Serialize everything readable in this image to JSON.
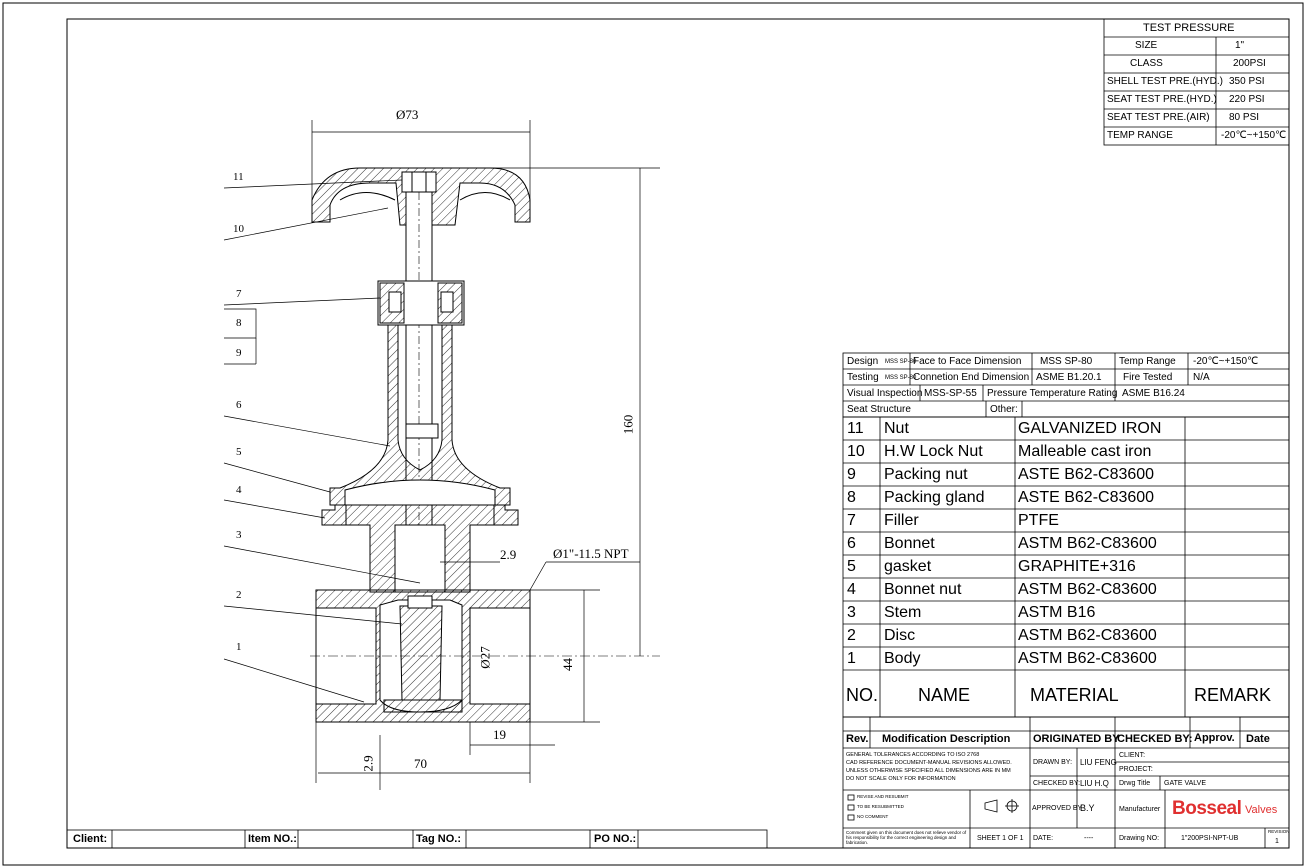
{
  "test_pressure": {
    "title": "TEST PRESSURE",
    "rows": [
      {
        "label": "SIZE",
        "value": "1\""
      },
      {
        "label": "CLASS",
        "value": "200PSI"
      },
      {
        "label": "SHELL TEST PRE.(HYD.)",
        "value": "350 PSI"
      },
      {
        "label": "SEAT TEST PRE.(HYD.)",
        "value": "220 PSI"
      },
      {
        "label": "SEAT TEST PRE.(AIR)",
        "value": "80 PSI"
      },
      {
        "label": "TEMP RANGE",
        "value": "-20℃~+150℃"
      }
    ]
  },
  "standards": {
    "design_label": "Design",
    "design_code": "MSS SP-80",
    "testing_label": "Testing",
    "testing_code": "MSS SP-80",
    "visual_label": "Visual Inspection",
    "visual_code": "MSS-SP-55",
    "seat_label": "Seat Structure",
    "f2f_label": "Face to Face Dimension",
    "f2f_value": "MSS SP-80",
    "conn_label": "Connetion End Dimension",
    "conn_value": "ASME B1.20.1",
    "ptr_label": "Pressure Temperature Rating",
    "ptr_value": "ASME B16.24",
    "other_label": "Other:",
    "temp_label": "Temp Range",
    "temp_value": "-20℃~+150℃",
    "fire_label": "Fire Tested",
    "fire_value": "N/A"
  },
  "bom": {
    "rows": [
      {
        "no": "11",
        "name": "Nut",
        "material": "GALVANIZED IRON",
        "remark": ""
      },
      {
        "no": "10",
        "name": "H.W Lock Nut",
        "material": "Malleable cast iron",
        "remark": ""
      },
      {
        "no": "9",
        "name": "Packing nut",
        "material": "ASTE B62-C83600",
        "remark": ""
      },
      {
        "no": "8",
        "name": "Packing gland",
        "material": "ASTE B62-C83600",
        "remark": ""
      },
      {
        "no": "7",
        "name": "Filler",
        "material": "PTFE",
        "remark": ""
      },
      {
        "no": "6",
        "name": "Bonnet",
        "material": "ASTM B62-C83600",
        "remark": ""
      },
      {
        "no": "5",
        "name": "gasket",
        "material": "GRAPHITE+316",
        "remark": ""
      },
      {
        "no": "4",
        "name": "Bonnet nut",
        "material": "ASTM B62-C83600",
        "remark": ""
      },
      {
        "no": "3",
        "name": "Stem",
        "material": "ASTM B16",
        "remark": ""
      },
      {
        "no": "2",
        "name": "Disc",
        "material": "ASTM B62-C83600",
        "remark": ""
      },
      {
        "no": "1",
        "name": "Body",
        "material": "ASTM B62-C83600",
        "remark": ""
      }
    ],
    "header": {
      "no": "NO.",
      "name": "NAME",
      "material": "MATERIAL",
      "remark": "REMARK"
    }
  },
  "title_block": {
    "rev": "Rev.",
    "mod_desc": "Modification Description",
    "originated_by": "ORIGINATED BY",
    "checked_by": "CHECKED BY:",
    "approv": "Approv.",
    "date": "Date",
    "tolerances": [
      "GENERAL TOLERANCES ACCORDING TO ISO 2768",
      "CAD REFERENCE DOCUMENT-MANUAL REVISIONS ALLOWED.",
      "UNLESS OTHERWISE SPECIFIED ALL DIMENSIONS ARE IN MM",
      "DO NOT SCALE ONLY FOR INFORMATION"
    ],
    "drawn_by_label": "DRAWN BY:",
    "drawn_by": "LIU FENG",
    "checked_by_label": "CHECKED BY:",
    "checked_by_value": "LIU H.Q",
    "client_label": "CLIENT:",
    "project_label": "PROJECT:",
    "drwg_title_label": "Drwg Title",
    "drwg_title": "GATE VALVE",
    "approved_by_label": "APPROVED BY",
    "approved_by": "B.Y",
    "manufacturer_label": "Manufacturer",
    "brand": "Bosseal",
    "brand_suffix": "Valves",
    "checkbox_notes": [
      "REVISE AND RESUBMIT",
      "TO BE RESUBMITTED",
      "NO COMMENT"
    ],
    "disclaimer": "Comment given on this document does not relieve vendor of his responsibility for the correct engineering design and fabrication.",
    "sheet": "SHEET 1 OF 1",
    "date_label": "DATE:",
    "date_value": "----",
    "drawing_no_label": "Drawing NO:",
    "drawing_no": "1\"200PSI-NPT-UB",
    "revision_label": "REVISION",
    "revision": "1"
  },
  "footer": {
    "client": "Client:",
    "item_no": "Item NO.:",
    "tag_no": "Tag NO.:",
    "po_no": "PO NO.:"
  },
  "drawing": {
    "balloons": [
      "11",
      "10",
      "7",
      "8",
      "9",
      "6",
      "5",
      "4",
      "3",
      "2",
      "1"
    ],
    "dim_handwheel": "Ø73",
    "dim_height": "160",
    "dim_thread": "Ø1\"-11.5 NPT",
    "dim_29": "2.9",
    "dim_27": "Ø27",
    "dim_44": "44",
    "dim_19": "19",
    "dim_70": "70",
    "dim_29b": "2.9"
  }
}
